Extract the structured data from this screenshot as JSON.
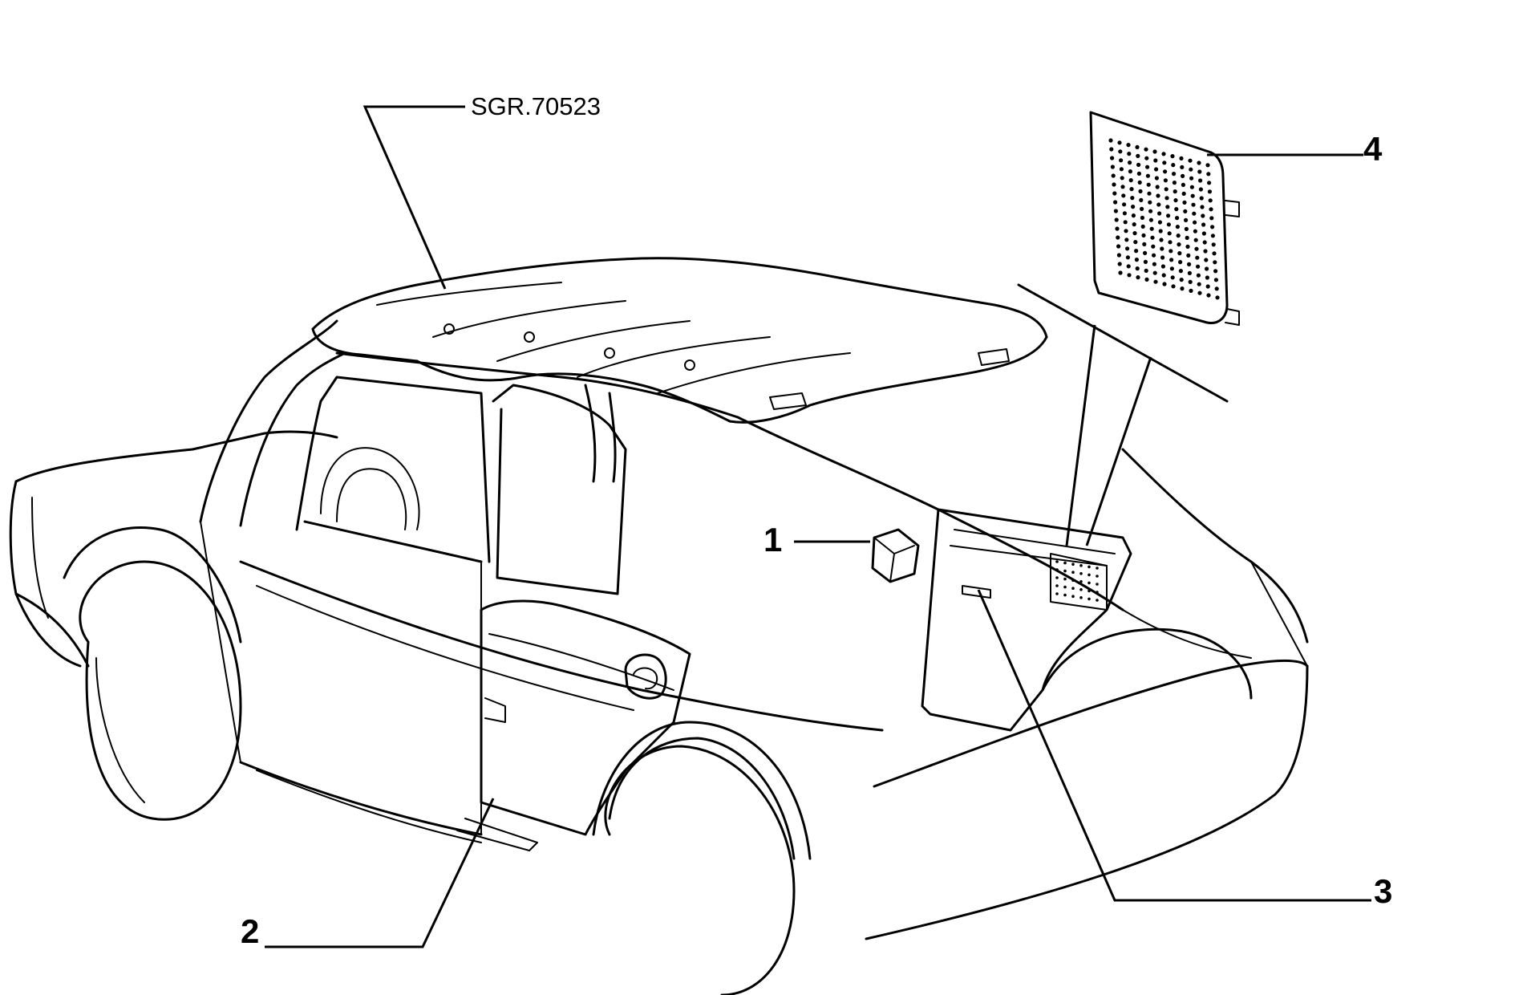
{
  "diagram": {
    "reference_code": "SGR.70523",
    "callouts": {
      "c1": "1",
      "c2": "2",
      "c3": "3",
      "c4": "4"
    }
  }
}
